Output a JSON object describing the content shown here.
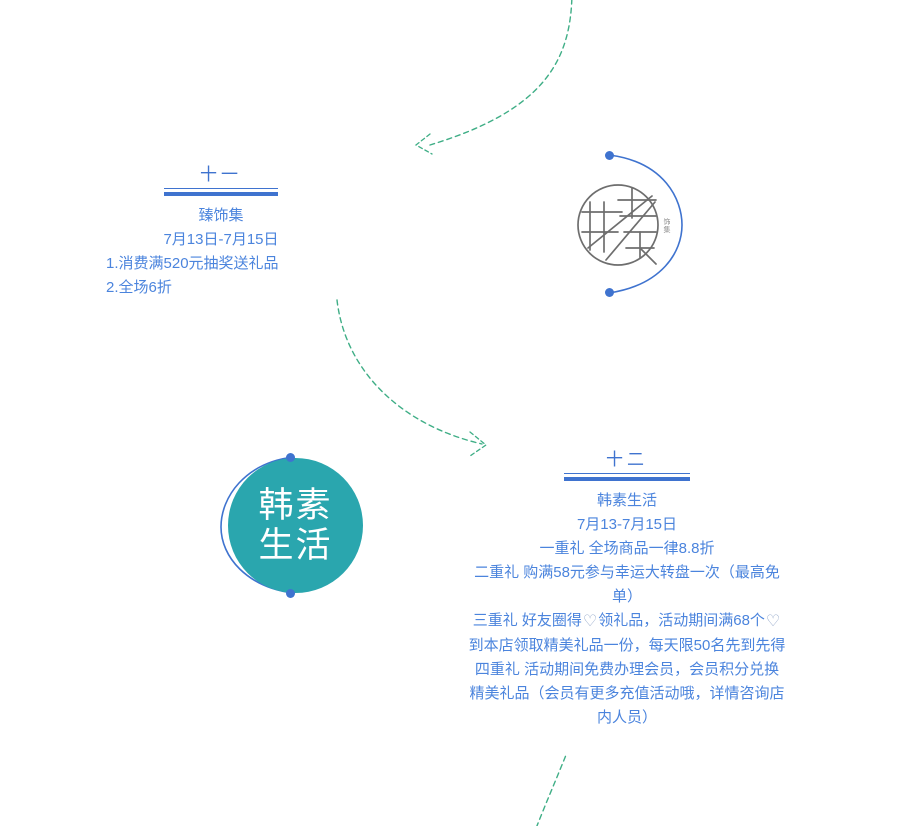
{
  "page": {
    "background_color": "#ffffff",
    "accent_blue": "#3f73cf",
    "text_blue": "#4b84dd",
    "teal": "#2aa6ae",
    "logo_gray": "#6e6e6e",
    "arrow_green": "#3fae86"
  },
  "sections": [
    {
      "number": "十一",
      "store": "臻饰集",
      "dates": "7月13日-7月15日",
      "lines": [
        "1.消费满520元抽奖送礼品",
        "2.全场6折"
      ]
    },
    {
      "number": "十二",
      "store": "韩素生活",
      "dates": "7月13-7月15日",
      "lines": [
        "一重礼 全场商品一律8.8折",
        "二重礼 购满58元参与幸运大转盘一次（最高免单）",
        "三重礼 好友圈得♡领礼品，活动期间满68个♡到本店领取精美礼品一份，每天限50名先到先得",
        "四重礼 活动期间免费办理会员，会员积分兑换精美礼品（会员有更多充值活动哦，详情咨询店内人员）"
      ]
    }
  ],
  "logos": [
    {
      "id": "zhen-shi-ji-logo",
      "glyph": "臻",
      "sub_label": "饰集",
      "style": "outline-gray-circle"
    },
    {
      "id": "han-su-sheng-huo-logo",
      "line1": "韩素",
      "line2": "生活",
      "style": "solid-teal-circle"
    }
  ],
  "connectors": [
    {
      "id": "connector-top",
      "direction": "down-left",
      "style": "dashed-curve-with-arrow"
    },
    {
      "id": "connector-middle",
      "direction": "down-right",
      "style": "dashed-curve-with-arrow"
    },
    {
      "id": "connector-bottom",
      "direction": "up-right",
      "style": "dashed-line"
    }
  ]
}
